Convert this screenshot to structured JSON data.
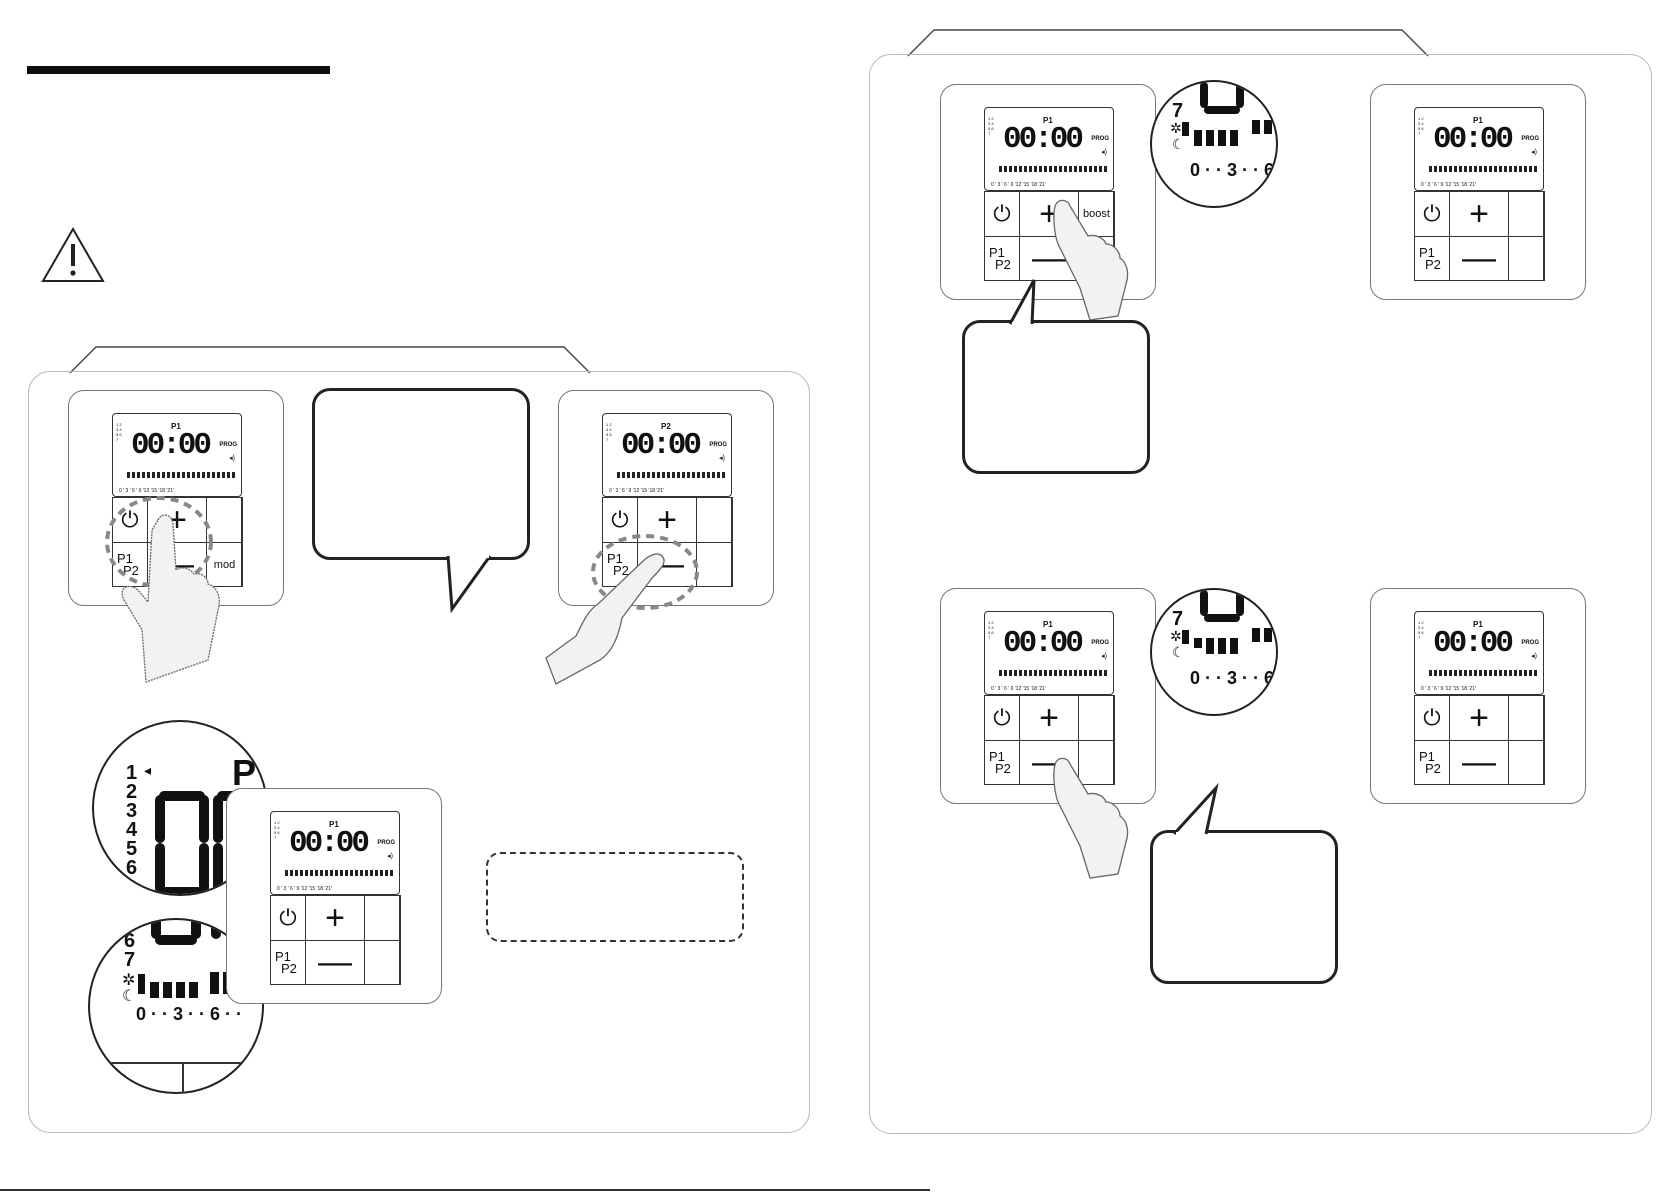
{
  "lcd": {
    "p1": "P1",
    "p2": "P2",
    "time": "00:00",
    "prog": "PROG",
    "days": "1 2 3 4 5 6 7",
    "scale": "0 ' 3 ' 6 ' 9 '12 '15 '18 '21'"
  },
  "keys": {
    "plus": "+",
    "minus": "—",
    "p1": "P1",
    "p2": "P2",
    "mod": "mod",
    "boost": "boost"
  },
  "zoom_left": {
    "top_numbers": [
      "1",
      "2",
      "3",
      "4",
      "5",
      "6"
    ],
    "bottom_numbers": [
      "6",
      "7"
    ],
    "scale": "0 · · 3 · · 6 · ·"
  },
  "zoom_right": {
    "number": "7",
    "scale": "0 · · 3 · · 6"
  },
  "icons": [
    "warning-icon",
    "power-icon",
    "hand-icon",
    "sun-icon",
    "moon-icon"
  ]
}
